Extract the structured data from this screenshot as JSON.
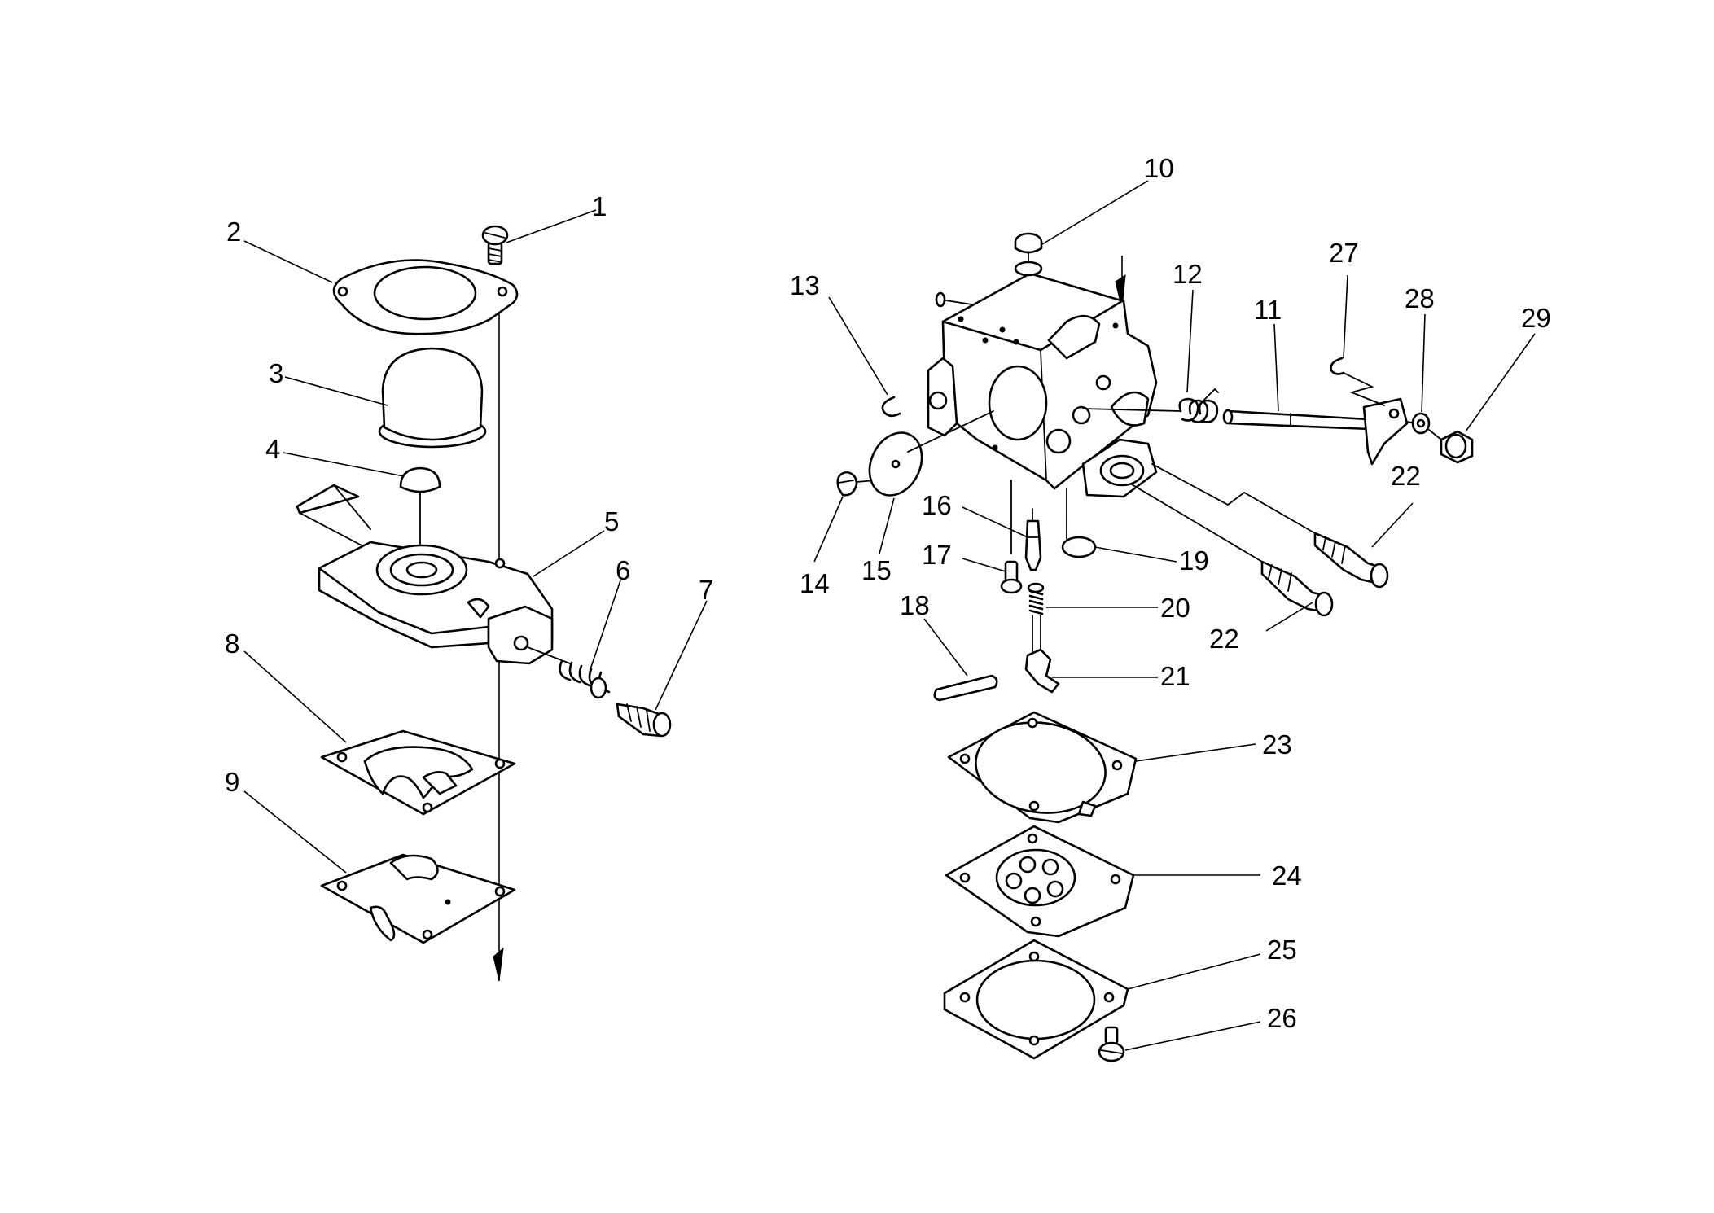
{
  "diagram": {
    "title": "",
    "callouts": [
      "1",
      "2",
      "3",
      "4",
      "5",
      "6",
      "7",
      "8",
      "9",
      "10",
      "11",
      "12",
      "13",
      "14",
      "15",
      "16",
      "17",
      "18",
      "19",
      "20",
      "21",
      "22",
      "22",
      "23",
      "24",
      "25",
      "26",
      "27",
      "28",
      "29"
    ]
  }
}
